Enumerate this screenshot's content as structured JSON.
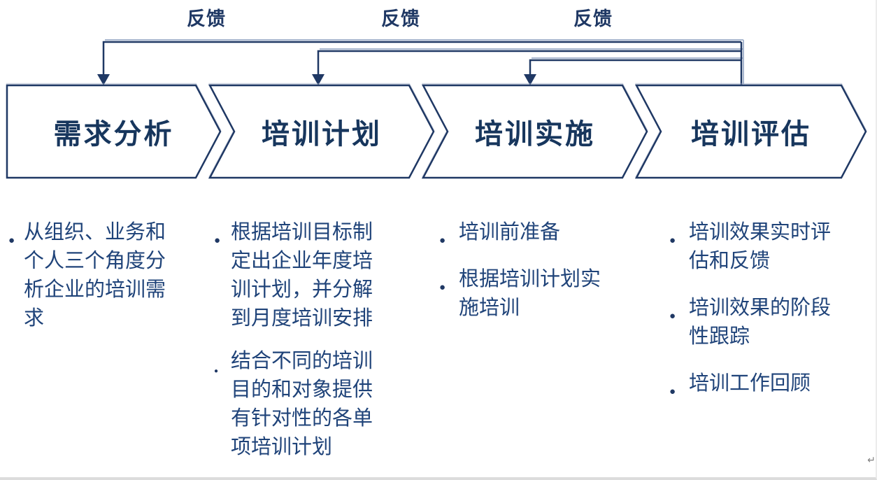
{
  "diagram": {
    "feedback_labels": [
      "反馈",
      "反馈",
      "反馈"
    ],
    "stages": [
      {
        "title": "需求分析",
        "bullets": [
          "从组织、业务和个人三个角度分析企业的培训需求"
        ]
      },
      {
        "title": "培训计划",
        "bullets": [
          "根据培训目标制定出企业年度培训计划，并分解到月度培训安排",
          "结合不同的培训目的和对象提供有针对性的各单项培训计划"
        ]
      },
      {
        "title": "培训实施",
        "bullets": [
          "培训前准备",
          "根据培训计划实施培训"
        ]
      },
      {
        "title": "培训评估",
        "bullets": [
          "培训效果实时评估和反馈",
          "培训效果的阶段性跟踪",
          "培训工作回顾"
        ]
      }
    ],
    "corner_mark": "↵",
    "colors": {
      "outline_navy": "#1f3864",
      "title_text": "#17365d",
      "body_text": "#1f4379",
      "line_shadow": "#a9b7cf",
      "shape_fill": "#ffffff",
      "marker_gray": "#808080"
    }
  }
}
